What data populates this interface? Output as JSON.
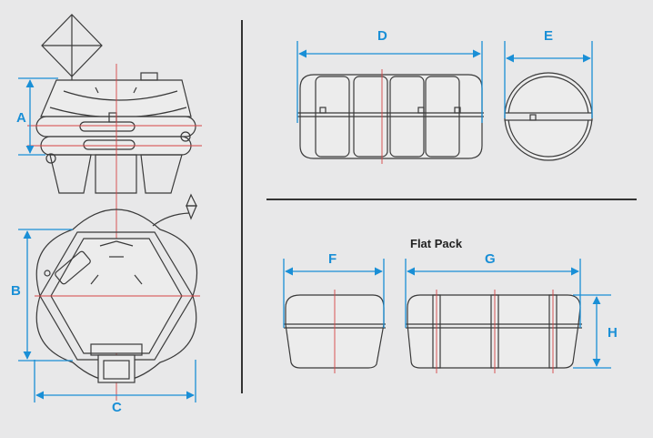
{
  "labels": {
    "A": "A",
    "B": "B",
    "C": "C",
    "D": "D",
    "E": "E",
    "F": "F",
    "G": "G",
    "H": "H",
    "flat_pack": "Flat Pack"
  },
  "colors": {
    "background": "#e8e8e9",
    "outline": "#3a3a3a",
    "dimension": "#1a8fd6",
    "centerline": "#d64545"
  }
}
